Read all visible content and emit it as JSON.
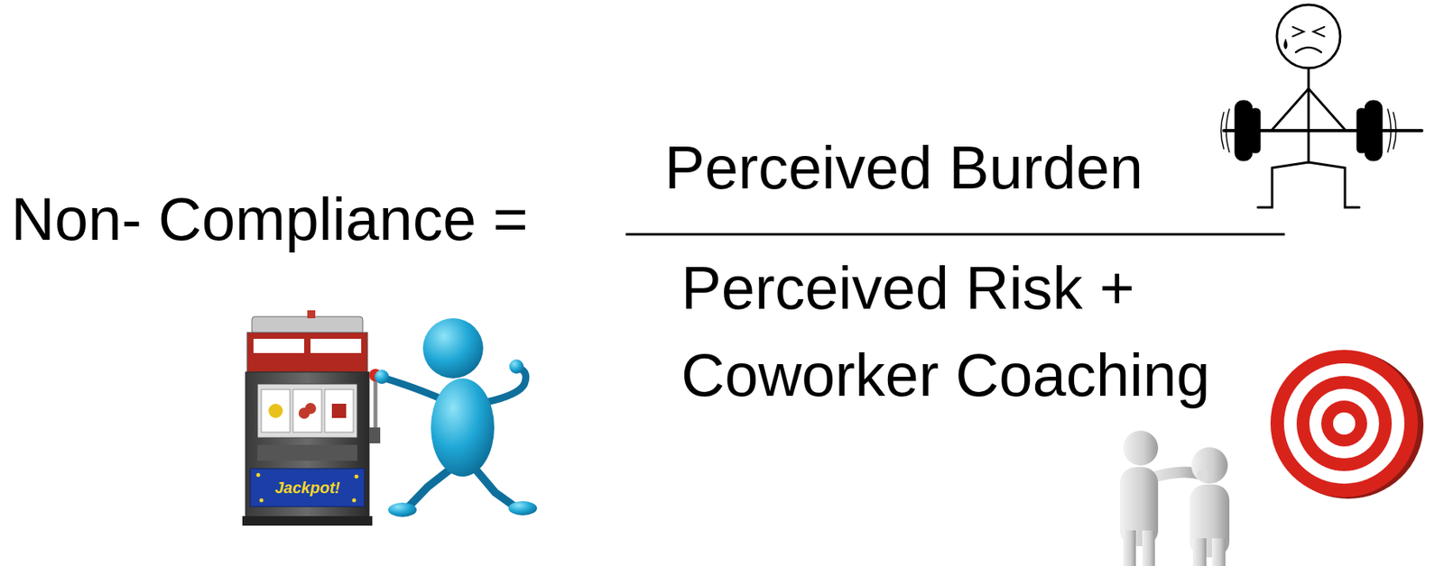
{
  "diagram": {
    "labels": [
      "Non- Compliance =",
      "Perceived Burden",
      "Perceived Risk + Coworker Coaching",
      "Jackpot!"
    ]
  }
}
